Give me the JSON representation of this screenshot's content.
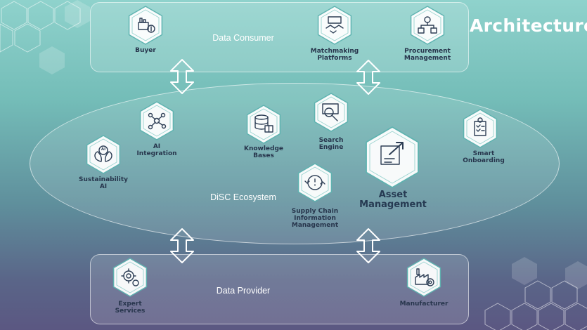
{
  "title": "Architecture",
  "zones": {
    "consumer": "Data Consumer",
    "ecosystem": "DiSC Ecosystem",
    "provider": "Data Provider"
  },
  "nodes": {
    "buyer": "Buyer",
    "matchmaking": [
      "Matchmaking",
      "Platforms"
    ],
    "procurement": [
      "Procurement",
      "Management"
    ],
    "ai_integration": [
      "AI",
      "Integration"
    ],
    "knowledge": [
      "Knowledge",
      "Bases"
    ],
    "search": [
      "Search",
      "Engine"
    ],
    "smart": [
      "Smart",
      "Onboarding"
    ],
    "sustainability": [
      "Sustainability",
      "AI"
    ],
    "asset": [
      "Asset",
      "Management"
    ],
    "supply": [
      "Supply Chain",
      "Information",
      "Management"
    ],
    "expert": [
      "Expert",
      "Services"
    ],
    "manufacturer": "Manufacturer"
  },
  "icon_badges": {
    "ai": "AI"
  },
  "colors": {
    "label": "#27354c",
    "hex_fill": "#ffffff",
    "icon_stroke": "#2d3e55",
    "accent": "#5db3b0"
  }
}
